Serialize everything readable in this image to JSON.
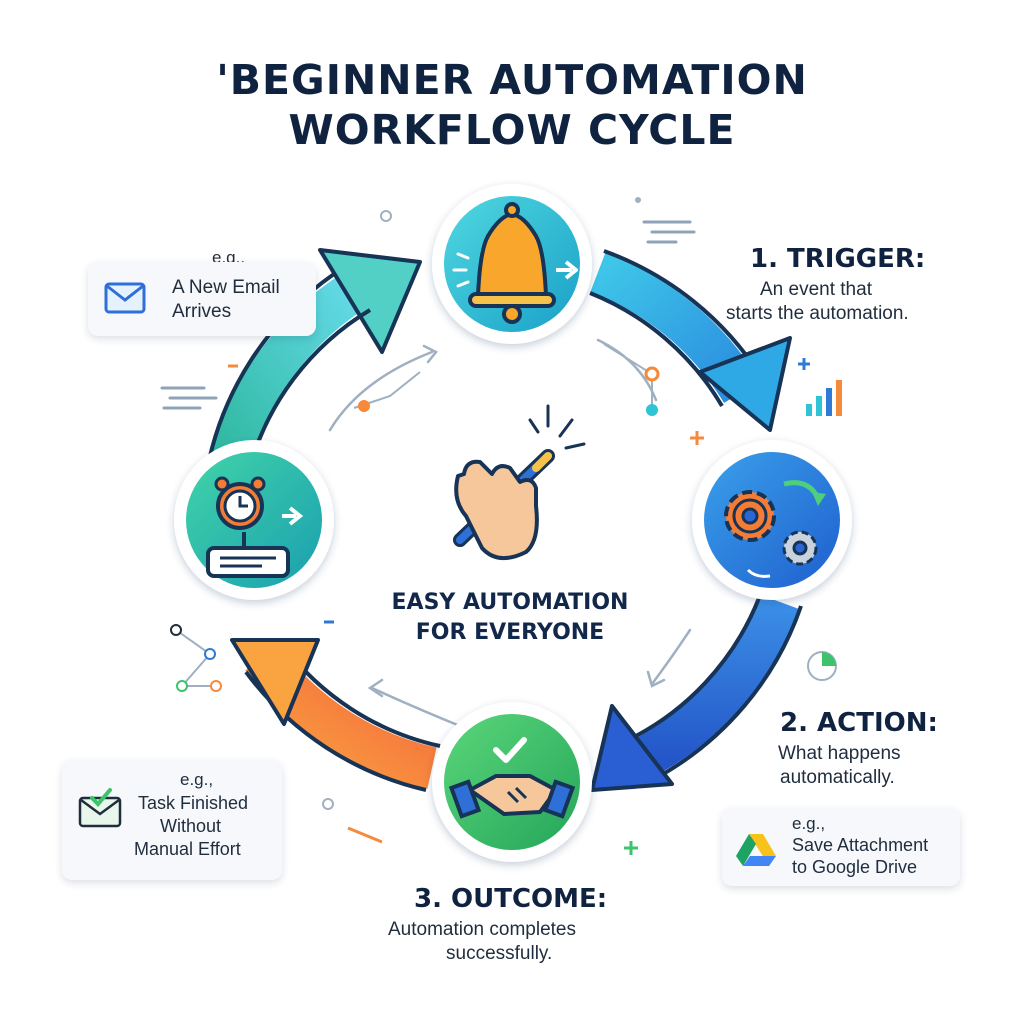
{
  "title": {
    "line1": "'BEGINNER AUTOMATION",
    "line2": "WORKFLOW CYCLE"
  },
  "center": {
    "line1": "EASY AUTOMATION",
    "line2": "FOR EVERYONE"
  },
  "steps": {
    "trigger": {
      "title": "1. TRIGGER:",
      "line1": "An event that",
      "line2": "starts the automation."
    },
    "action": {
      "title": "2. ACTION:",
      "line1": "What happens",
      "line2": "automatically."
    },
    "outcome": {
      "title": "3. OUTCOME:",
      "line1": "Automation completes",
      "line2": "successfully."
    }
  },
  "examples": {
    "email": {
      "eg": "e.g.,",
      "line1": "A New Email",
      "line2": "Arrives",
      "icon": "envelope-icon"
    },
    "drive": {
      "eg": "e.g.,",
      "line1": "Save Attachment",
      "line2": "to Google Drive",
      "icon": "google-drive-icon"
    },
    "task": {
      "eg": "e.g.,",
      "line1": "Task Finished",
      "line2": "Without",
      "line3": "Manual Effort",
      "icon": "envelope-check-icon"
    }
  },
  "colors": {
    "title": "#0f2340",
    "teal": "#2ec4b6",
    "blue": "#2e7bd6",
    "orange": "#f7893b",
    "green": "#3cc36b"
  }
}
